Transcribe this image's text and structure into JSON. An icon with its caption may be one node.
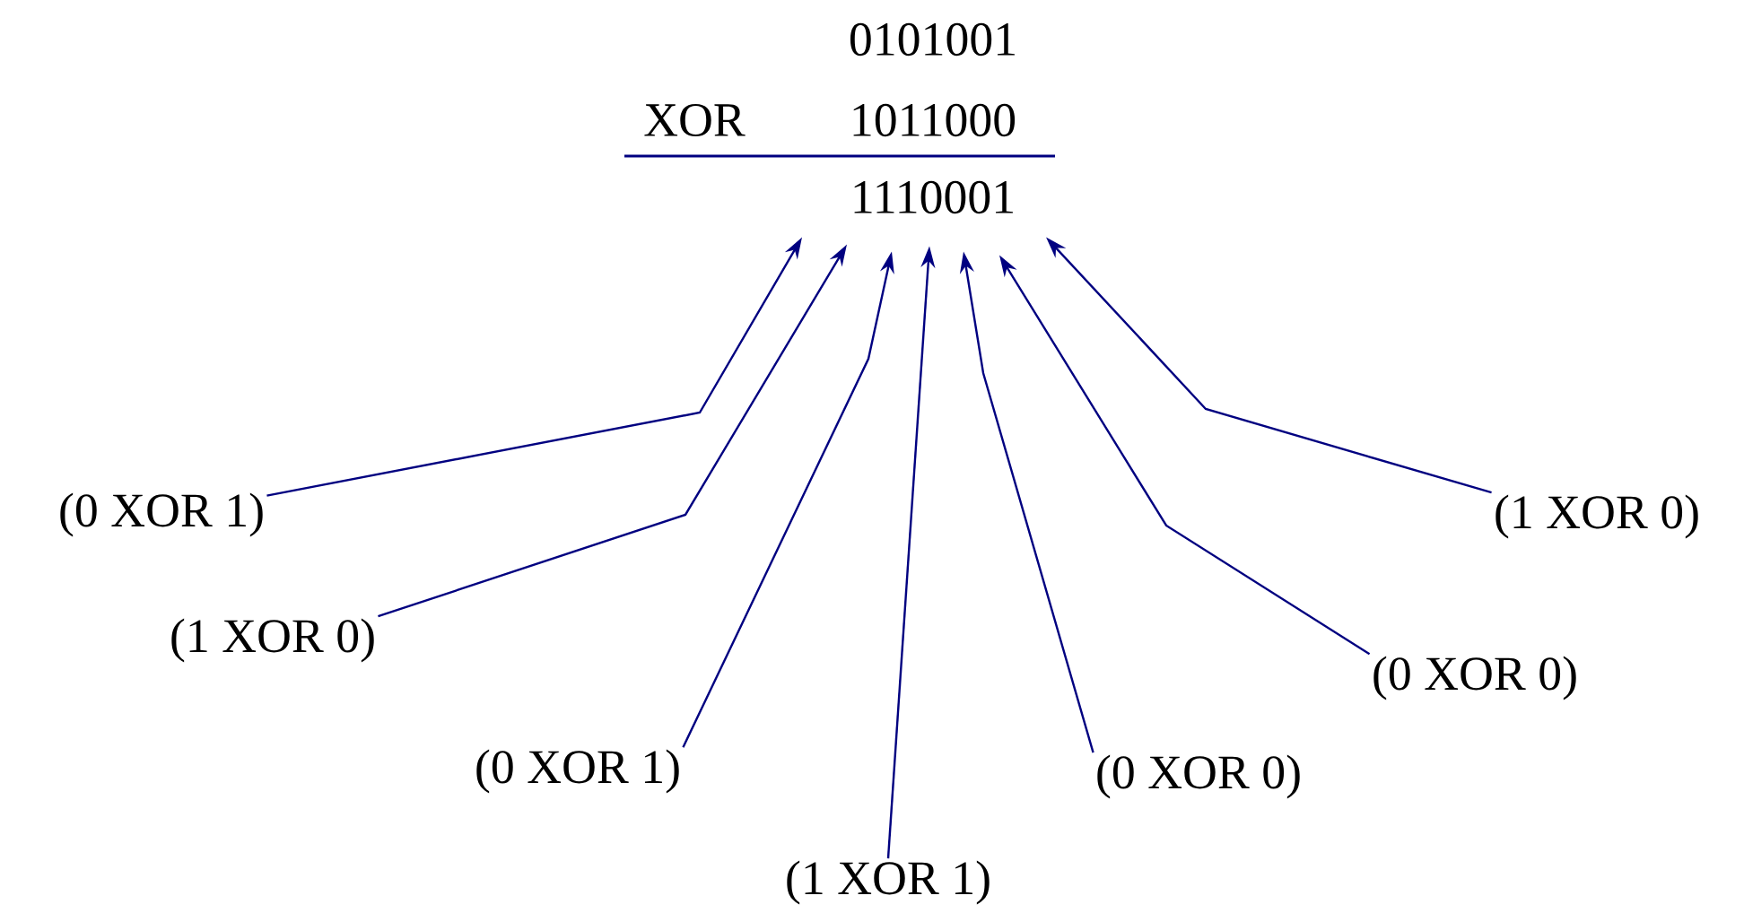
{
  "diagram": {
    "nodes": [
      {
        "text": [
          "1110001"
        ]
      },
      {
        "text": [
          "(0 XOR 1)"
        ]
      },
      {
        "text": [
          "(1 XOR 0)"
        ]
      },
      {
        "text": [
          "(0 XOR 1)"
        ]
      },
      {
        "text": [
          "(1 XOR 1)"
        ]
      },
      {
        "text": [
          "(0 XOR 0)"
        ]
      },
      {
        "text": [
          "(0 XOR 0)"
        ]
      },
      {
        "text": [
          "(1 XOR 0)"
        ]
      }
    ],
    "edges": [
      {
        "from": 1,
        "to": 0,
        "arrow": "to"
      },
      {
        "from": 2,
        "to": 0,
        "arrow": "to"
      },
      {
        "from": 3,
        "to": 0,
        "arrow": "to"
      },
      {
        "from": 4,
        "to": 0,
        "arrow": "to"
      },
      {
        "from": 5,
        "to": 0,
        "arrow": "to"
      },
      {
        "from": 6,
        "to": 0,
        "arrow": "to"
      },
      {
        "from": 7,
        "to": 0,
        "arrow": "to"
      }
    ],
    "labels": [
      "0101001",
      "XOR",
      "1011000"
    ]
  }
}
